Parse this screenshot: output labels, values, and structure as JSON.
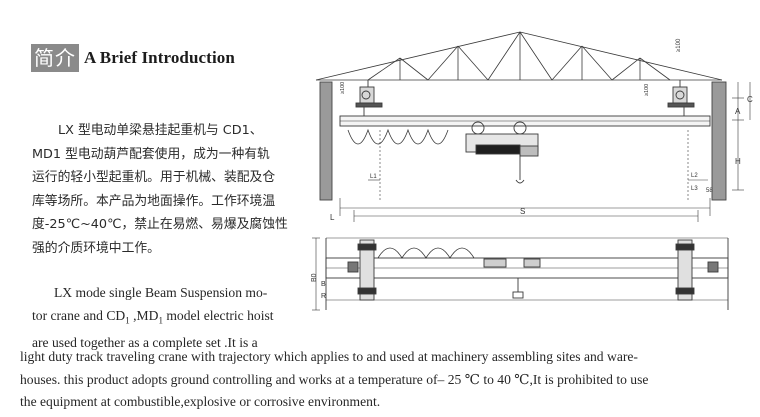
{
  "heading": {
    "cn_label": "简介",
    "en_label": "A Brief Introduction"
  },
  "chinese_intro": [
    "LX 型电动单梁悬挂起重机与 CD1、",
    "MD1 型电动葫芦配套使用，成为一种有轨",
    "运行的轻小型起重机。用于机械、装配及仓",
    "库等场所。本产品为地面操作。工作环境温",
    "度-25℃~40℃，禁止在易燃、易爆及腐蚀性",
    "强的介质环境中工作。"
  ],
  "english_intro": {
    "line1": "LX mode single Beam Suspension mo-",
    "line2_a": "tor crane and CD",
    "line2_sub1": "1",
    "line2_b": " ,MD",
    "line2_sub2": "1",
    "line2_c": " model electric hoist",
    "line3": "are used together as a complete set .It is a",
    "line4": "light duty track traveling crane with trajectory which applies to and used at machinery assembling sites and ware-",
    "line5": "houses. this product adopts ground controlling and works at a temperature of– 25 ℃ to 40 ℃,It is prohibited to use",
    "line6": "the equipment at combustible,explosive or corrosive environment."
  },
  "diagram_labels": {
    "dim_top": "≥100",
    "dim_side_left": "≥100",
    "dim_side_right": "≥100",
    "dim_a": "A",
    "dim_c": "C",
    "dim_h": "H",
    "dim_l1": "L1",
    "dim_l2": "L2",
    "dim_l3": "L3",
    "dim_58": "58",
    "dim_l": "L",
    "dim_s": "S",
    "dim_b0": "B0",
    "dim_b": "B",
    "dim_r": "R"
  }
}
